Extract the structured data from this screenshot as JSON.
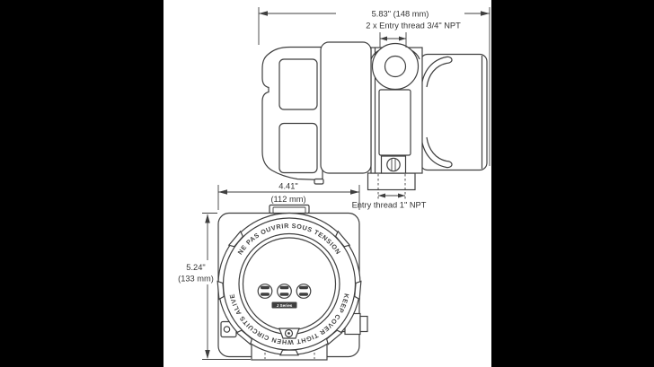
{
  "page": {
    "background": "#000000",
    "paper_color": "#ffffff",
    "line_color": "#3f3f3f",
    "text_color": "#333333"
  },
  "side_view": {
    "overall_width": "5.83\" (148 mm)",
    "top_entry_label": "2 x Entry thread 3/4\" NPT",
    "bottom_entry_label": "Entry thread 1\" NPT"
  },
  "front_view": {
    "width_inches": "4.41\"",
    "width_mm": "(112 mm)",
    "height_inches": "5.24\"",
    "height_mm": "(133 mm)",
    "bezel_warning_top": "NE PAS OUVRIR SOUS TENSION",
    "bezel_warning_bottom": "KEEP COVER TIGHT WHEN CIRCUITS ALIVE",
    "keypad_series_label": "J Series"
  }
}
